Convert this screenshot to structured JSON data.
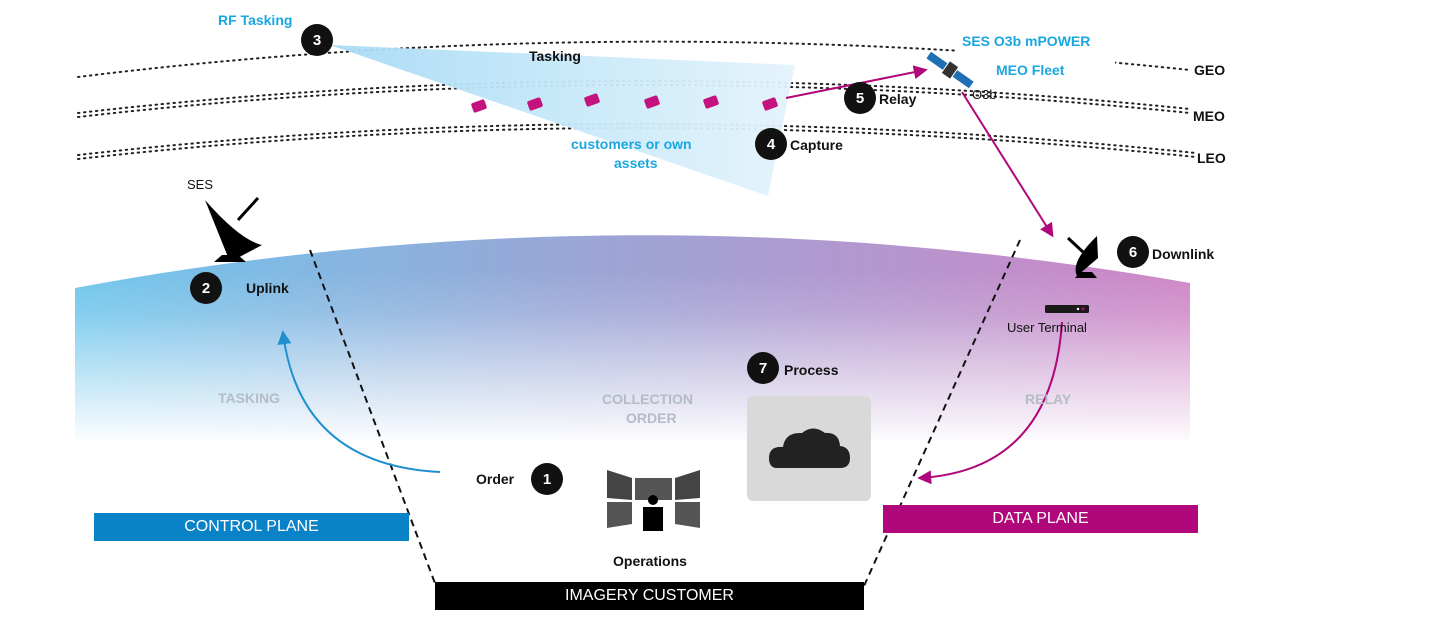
{
  "orbits": {
    "geo": "GEO",
    "meo": "MEO",
    "leo": "LEO"
  },
  "rf_tasking": "RF Tasking",
  "tasking_beam": "Tasking",
  "customers_assets": [
    "customers or own",
    "assets"
  ],
  "fleet": {
    "name": "SES O3b mPOWER",
    "subtitle": "MEO Fleet",
    "satellite_label": "O3b"
  },
  "ses_label": "SES",
  "steps": [
    {
      "number": "1",
      "label": "Order"
    },
    {
      "number": "2",
      "label": "Uplink"
    },
    {
      "number": "3",
      "label": "RF Tasking"
    },
    {
      "number": "4",
      "label": "Capture"
    },
    {
      "number": "5",
      "label": "Relay"
    },
    {
      "number": "6",
      "label": "Downlink"
    },
    {
      "number": "7",
      "label": "Process"
    }
  ],
  "user_terminal": "User Terminal",
  "flows": {
    "tasking": "TASKING",
    "collection_order": [
      "COLLECTION",
      "ORDER"
    ],
    "relay": "RELAY"
  },
  "operations": "Operations",
  "planes": {
    "control": "CONTROL PLANE",
    "data": "DATA PLANE",
    "customer": "IMAGERY CUSTOMER"
  },
  "colors": {
    "control_plane": "#0a82c7",
    "data_plane": "#b0077a",
    "customer": "#000000",
    "rf_blue": "#1aa7e0",
    "relay_magenta": "#b0077a",
    "tasking_arrow": "#1f8fcf"
  },
  "icons": {
    "ground_station": "satellite-dish-icon",
    "satellite": "satellite-icon",
    "leo_sat": "small-satellite-icon",
    "cloud": "cloud-icon",
    "operations": "operations-center-icon",
    "terminal": "user-terminal-icon"
  }
}
